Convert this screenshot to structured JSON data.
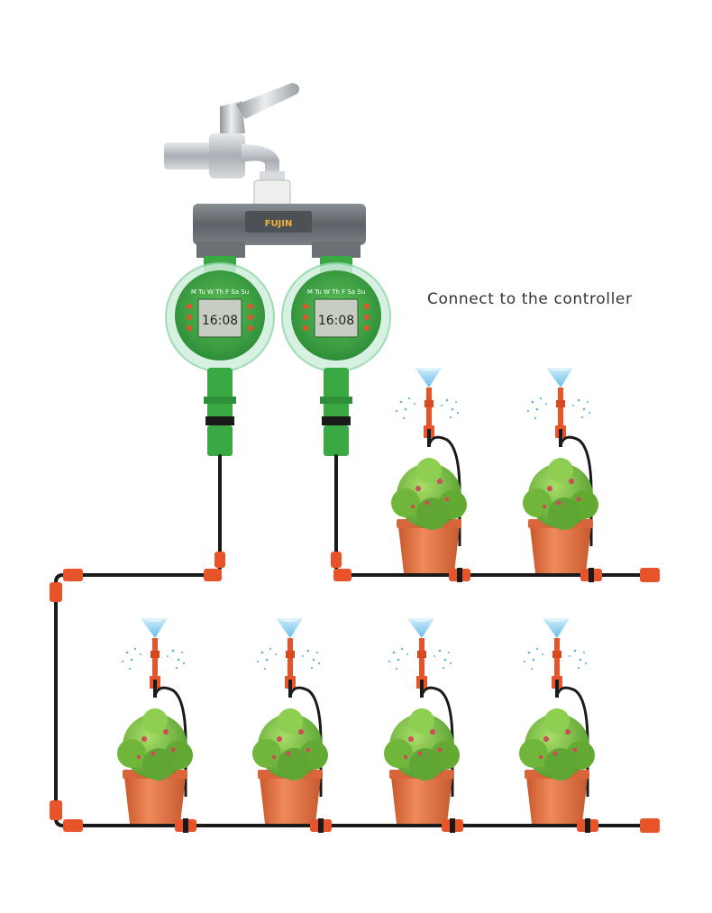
{
  "caption": "Connect to the controller",
  "brand": "FUJIN",
  "timers": [
    {
      "display": "16:08",
      "days": "M Tu W Th F Sa Su"
    },
    {
      "display": "16:08",
      "days": "M Tu W Th F Sa Su"
    }
  ],
  "colors": {
    "pipe": "#1a1a1a",
    "connector": "#e8542a",
    "timer_green": "#3aa843",
    "pot": "#e0764a",
    "foliage": "#7cc142",
    "spray": "#a8d8f0",
    "faucet": "#b8bcc2",
    "manifold": "#6f7479"
  },
  "icons": [
    "faucet-icon",
    "timer-icon",
    "sprinkler-icon",
    "potted-plant-icon",
    "pipe-connector-icon"
  ]
}
